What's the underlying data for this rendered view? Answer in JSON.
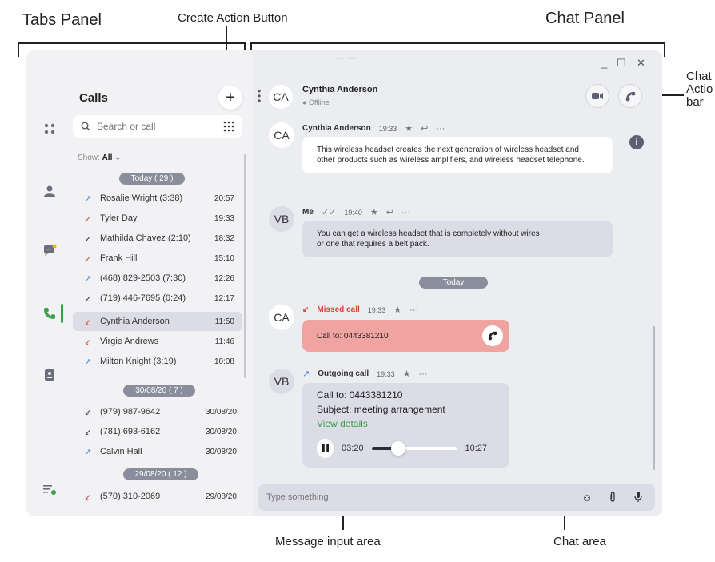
{
  "annotations": {
    "tabs_panel": "Tabs Panel",
    "create_action_button": "Create Action Button",
    "chat_panel": "Chat Panel",
    "chat_action_bar_1": "Chat",
    "chat_action_bar_2": "Actio",
    "chat_action_bar_3": "bar",
    "message_input_area": "Message input area",
    "chat_area": "Chat area"
  },
  "calls": {
    "title": "Calls",
    "create_label": "+",
    "search_placeholder": "Search or call",
    "show_label": "Show:",
    "show_value": "All",
    "groups": [
      {
        "label": "Today ( 29 )"
      },
      {
        "label": "30/08/20 ( 7 )"
      },
      {
        "label": "29/08/20 ( 12 )"
      }
    ],
    "rows": [
      {
        "type": "outgoing",
        "name": "Rosalie Wright (3:38)",
        "time": "20:57"
      },
      {
        "type": "missed",
        "name": "Tyler Day",
        "time": "19:33"
      },
      {
        "type": "incoming",
        "name": "Mathilda Chavez (2:10)",
        "time": "18:32"
      },
      {
        "type": "missed",
        "name": "Frank Hill",
        "time": "15:10"
      },
      {
        "type": "outgoing",
        "name": "(468) 829-2503 (7:30)",
        "time": "12:26"
      },
      {
        "type": "incoming",
        "name": "(719) 446-7695 (0:24)",
        "time": "12:17"
      },
      {
        "type": "missed",
        "name": "Cynthia Anderson",
        "time": "11:50"
      },
      {
        "type": "missed",
        "name": "Virgie Andrews",
        "time": "11:46"
      },
      {
        "type": "outgoing",
        "name": "Milton Knight (3:19)",
        "time": "10:08"
      },
      {
        "type": "incoming",
        "name": "(979) 987-9642",
        "time": "30/08/20"
      },
      {
        "type": "incoming",
        "name": "(781) 693-6162",
        "time": "30/08/20"
      },
      {
        "type": "outgoing",
        "name": "Calvin Hall",
        "time": "30/08/20"
      },
      {
        "type": "missed",
        "name": "(570) 310-2069",
        "time": "29/08/20"
      }
    ]
  },
  "chat": {
    "drag_handle": "::::::::",
    "window_controls": {
      "minimize": "_",
      "maximize": "☐",
      "close": "✕"
    },
    "contact": {
      "initials": "CA",
      "name": "Cynthia Anderson",
      "status": "Offline"
    },
    "messages": [
      {
        "initials": "CA",
        "sender": "Cynthia Anderson",
        "time": "19:33",
        "text": "This wireless headset creates the next generation of wireless headset and other products such as wireless amplifiers, and wireless headset telephone."
      },
      {
        "initials": "VB",
        "sender": "Me",
        "time": "19:40",
        "text": "You can get a wireless headset that is completely without wires or one that requires a belt pack."
      }
    ],
    "day_separator": "Today",
    "missed_call": {
      "initials": "CA",
      "label": "Missed call",
      "time": "19:33",
      "text": "Call to: 0443381210"
    },
    "outgoing_call": {
      "initials": "VB",
      "label": "Outgoing call",
      "time": "19:33",
      "line1": "Call to: 0443381210",
      "line2": "Subject: meeting arrangement",
      "link": "View details",
      "elapsed": "03:20",
      "duration": "10:27",
      "progress": 0.31
    },
    "composer_placeholder": "Type something",
    "info_glyph": "i"
  },
  "colors": {
    "accent_green": "#3aa14a",
    "missed_red": "#d9463b",
    "outgoing_blue": "#3b7dd8",
    "missed_bubble": "#f0a4a1"
  }
}
